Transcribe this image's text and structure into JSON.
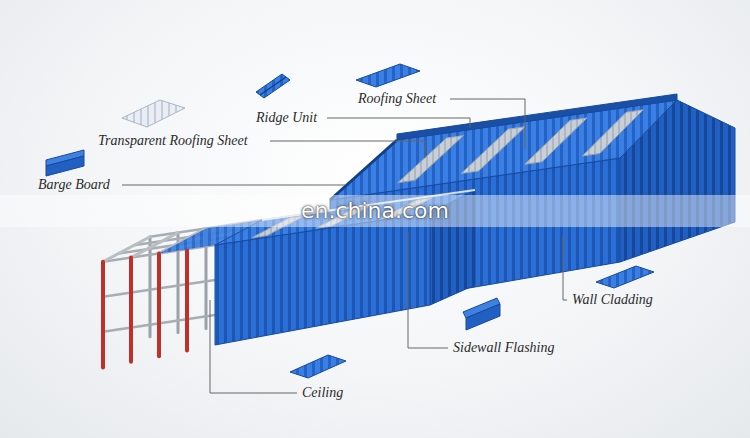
{
  "diagram": {
    "labels": [
      "Transparent Roofing Sheet",
      "Ridge Unit",
      "Roofing Sheet",
      "Barge Board",
      "Wall Cladding",
      "Sidewall Flashing",
      "Ceiling",
      "en.china.com"
    ]
  }
}
